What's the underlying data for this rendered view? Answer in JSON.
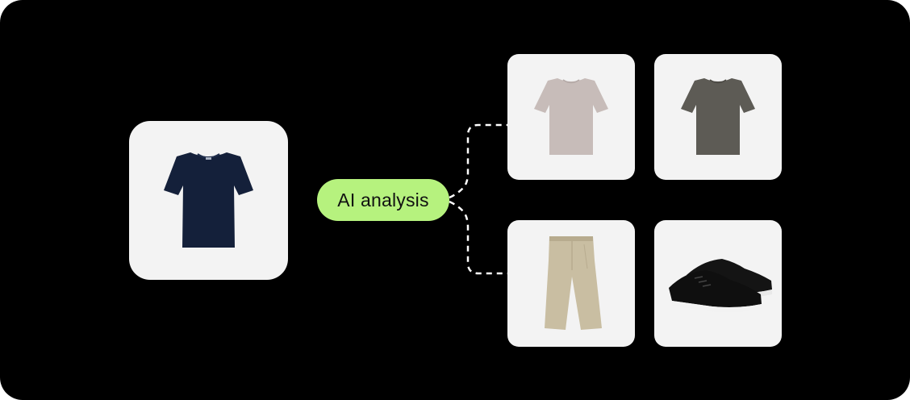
{
  "diagram": {
    "background_color": "#000000",
    "card_color": "#f3f3f3",
    "accent_color": "#b6f27e",
    "connector_style": "dashed",
    "connector_color": "#ffffff",
    "center_label": "AI analysis",
    "source_item": {
      "icon": "navy-tshirt-image",
      "color": "#14203a"
    },
    "results": [
      {
        "icon": "beige-tshirt-image",
        "color": "#c7bcb9"
      },
      {
        "icon": "dark-olive-tshirt-image",
        "color": "#5d5b55"
      },
      {
        "icon": "khaki-trousers-image",
        "color": "#c9bea2"
      },
      {
        "icon": "black-sneakers-image",
        "color": "#151515"
      }
    ]
  }
}
